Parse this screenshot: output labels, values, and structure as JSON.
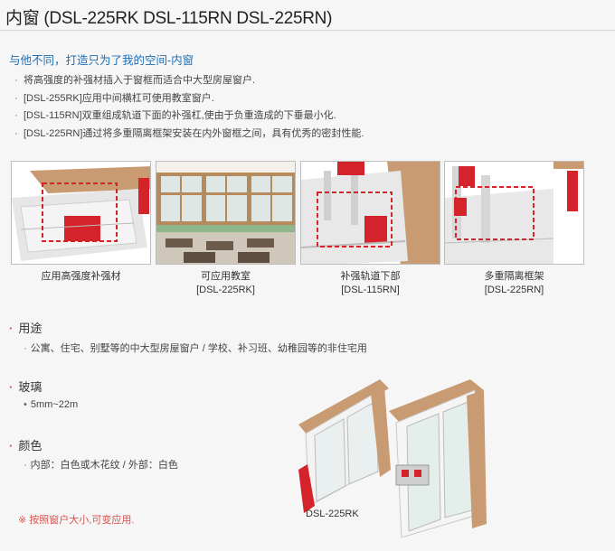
{
  "page": {
    "title": "内窗 (DSL-225RK DSL-115RN DSL-225RN)"
  },
  "intro": {
    "heading": "与他不同，打造只为了我的空间-内窗",
    "bullets": [
      "将高强度的补强材插入于窗框而适合中大型房屋窗户.",
      "[DSL-255RK]应用中间横杠可使用教室窗户.",
      "[DSL-115RN]双重组成轨道下面的补强杠,使由于负重造成的下垂最小化.",
      "[DSL-225RN]通过将多重隔离框架安装在内外窗框之间，具有优秀的密封性能."
    ]
  },
  "gallery": [
    {
      "caption": "应用高强度补强材",
      "model": ""
    },
    {
      "caption": "可应用教室",
      "model": "[DSL-225RK]"
    },
    {
      "caption": "补强轨道下部",
      "model": "[DSL-115RN]"
    },
    {
      "caption": "多重隔离框架",
      "model": "[DSL-225RN]"
    }
  ],
  "sections": {
    "usage": {
      "label": "用途",
      "text": "公寓、住宅、别墅等的中大型房屋窗户 / 学校、补习班、幼稚园等的非住宅用"
    },
    "glass": {
      "label": "玻璃",
      "text": "5mm~22m"
    },
    "color": {
      "label": "颜色",
      "text": "内部：白色或木花纹 / 外部：白色"
    }
  },
  "note": "※ 按照窗户大小,可变应用.",
  "model_label": "DSL-225RK",
  "colors": {
    "accent_blue": "#1d6fb5",
    "bullet_red": "#c8553d",
    "note_red": "#d9534f",
    "wood": "#c99b72",
    "highlight_red": "#d4232a"
  }
}
